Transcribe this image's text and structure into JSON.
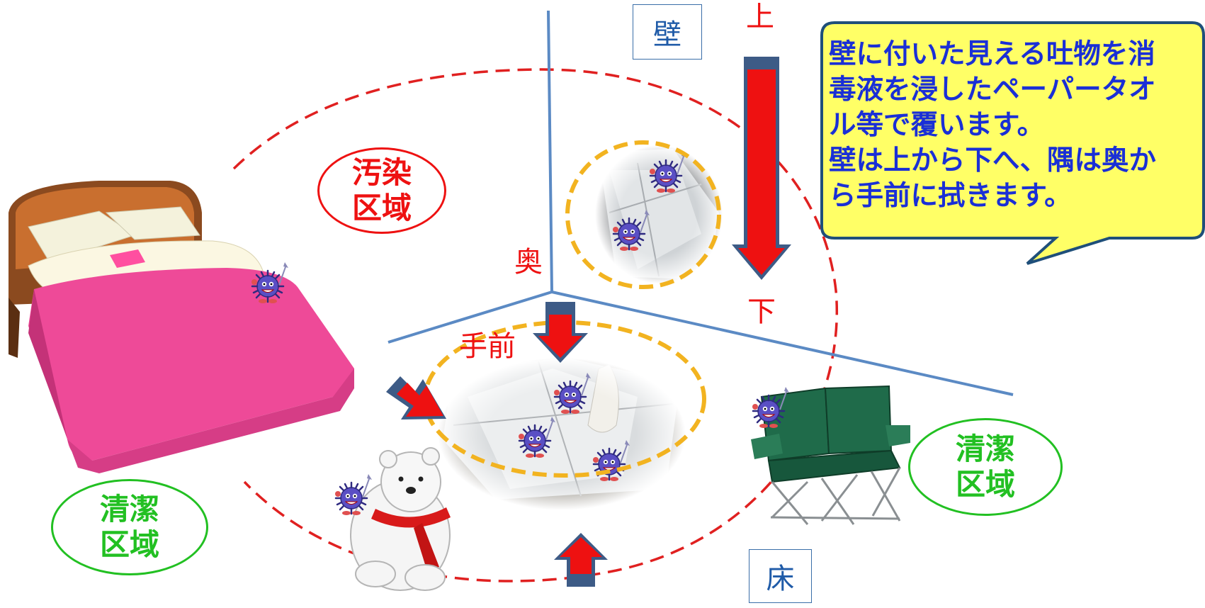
{
  "labels": {
    "wall": "壁",
    "floor": "床",
    "up": "上",
    "down": "下",
    "back": "奥",
    "front": "手前"
  },
  "zones": {
    "contaminated": [
      "汚染",
      "区域"
    ],
    "clean_left": [
      "清潔",
      "区域"
    ],
    "clean_right": [
      "清潔",
      "区域"
    ]
  },
  "callout": {
    "lines": [
      "壁に付いた見える吐物を消",
      "毒液を浸したペーパータオ",
      "ル等で覆います。",
      "壁は上から下へ、隅は奥か",
      "ら手前に拭きます。"
    ]
  },
  "colors": {
    "arrow_red": "#ee1111",
    "arrow_outline": "#3d5b86",
    "dashed_red": "#e02020",
    "dashed_orange": "#f2b320",
    "axis_blue": "#5b8ac4",
    "contaminated_text": "#ee1111",
    "clean_text": "#22c022",
    "callout_bg": "#ffff66",
    "callout_border": "#1f4f7a",
    "callout_text": "#1a2fd6"
  },
  "icons": [
    "bed-icon",
    "virus-icon",
    "polar-bear-icon",
    "camping-chair-icon",
    "paper-towel-photo"
  ]
}
